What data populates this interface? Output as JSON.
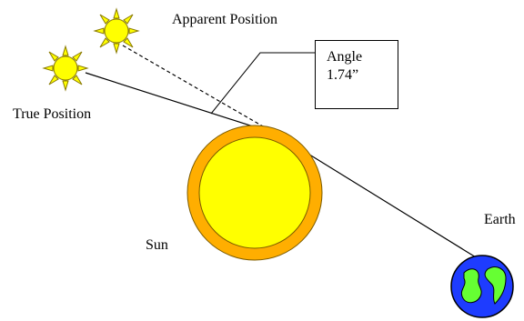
{
  "labels": {
    "apparent_position": "Apparent  Position",
    "true_position": "True Position",
    "sun": "Sun",
    "earth": "Earth"
  },
  "angle_box": {
    "title": "Angle",
    "value": "1.74”"
  },
  "colors": {
    "star_fill": "#ffff00",
    "star_ray_fill": "#ffff00",
    "star_outline": "#8a7a00",
    "sun_outer": "#ffae00",
    "sun_inner": "#ffff00",
    "earth_ocean": "#1e3cff",
    "earth_land": "#66ff33",
    "line": "#000000"
  },
  "icons": {
    "apparent_star": "sun-icon",
    "true_star": "sun-icon",
    "earth": "globe-icon"
  }
}
